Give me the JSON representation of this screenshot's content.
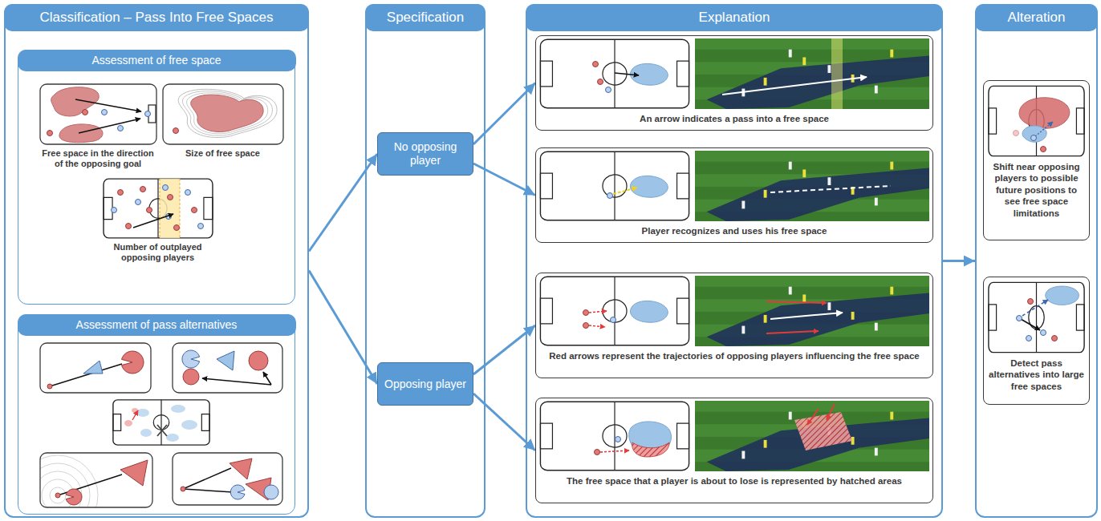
{
  "diagram": {
    "nodes": [
      {
        "text": [
          "Classification – Pass Into Free Spaces"
        ]
      },
      {
        "text": [
          "Assessment of free space"
        ],
        "in": 0
      },
      {
        "text": [
          "Free space in the direction of the opposing goal"
        ],
        "in": 1
      },
      {
        "text": [
          "Size of free space"
        ],
        "in": 1
      },
      {
        "text": [
          "Number of outplayed opposing players"
        ],
        "in": 1
      },
      {
        "text": [
          "Assessment of pass alternatives"
        ],
        "in": 0
      },
      {
        "text": [
          "Specification"
        ]
      },
      {
        "text": [
          "No opposing player"
        ],
        "in": 6
      },
      {
        "text": [
          "Opposing player"
        ],
        "in": 6
      },
      {
        "text": [
          "Explanation"
        ]
      },
      {
        "text": [
          "An arrow indicates a pass into a free space"
        ],
        "in": 9
      },
      {
        "text": [
          "Player recognizes and uses his free space"
        ],
        "in": 9
      },
      {
        "text": [
          "Red arrows represent the trajectories of opposing players influencing the free space"
        ],
        "in": 9
      },
      {
        "text": [
          "The free space that a player is about to lose is represented by hatched areas"
        ],
        "in": 9
      },
      {
        "text": [
          "Alteration"
        ]
      },
      {
        "text": [
          "Shift near opposing players to possible future positions to see free space limitations"
        ],
        "in": 14
      },
      {
        "text": [
          "Detect pass alternatives into large free spaces"
        ],
        "in": 14
      }
    ],
    "edges": [
      {
        "from": 0,
        "to": 7,
        "arrow": "to"
      },
      {
        "from": 0,
        "to": 8,
        "arrow": "to"
      },
      {
        "from": 7,
        "to": 10,
        "arrow": "to"
      },
      {
        "from": 7,
        "to": 11,
        "arrow": "to"
      },
      {
        "from": 8,
        "to": 12,
        "arrow": "to"
      },
      {
        "from": 8,
        "to": 13,
        "arrow": "to"
      },
      {
        "from": 9,
        "to": 14,
        "arrow": "to"
      }
    ]
  }
}
